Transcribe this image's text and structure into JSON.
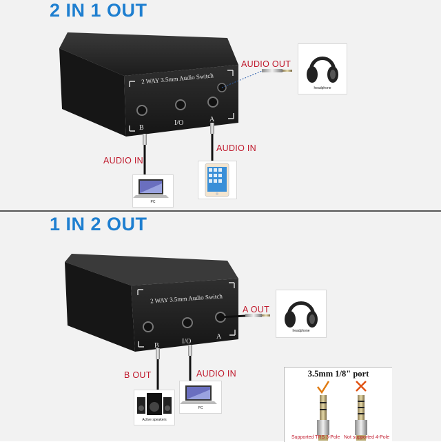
{
  "top": {
    "heading": "2 IN 1 OUT",
    "device_label": "2 WAY 3.5mm Audio Switch",
    "ports": {
      "b": "B",
      "io": "I/O",
      "a": "A"
    },
    "audio_out": "AUDIO OUT",
    "audio_in_left": "AUDIO IN",
    "audio_in_right": "AUDIO IN",
    "headphone_caption": "headphone",
    "pc_caption": "PC"
  },
  "bottom": {
    "heading": "1 IN 2 OUT",
    "device_label": "2 WAY 3.5mm Audio Switch",
    "ports": {
      "b": "B",
      "io": "I/O",
      "a": "A"
    },
    "a_out": "A OUT",
    "b_out": "B OUT",
    "audio_in": "AUDIO IN",
    "headphone_caption": "headphone",
    "speakers_caption": "Active speakers",
    "pc_caption": "PC"
  },
  "port_info": {
    "title": "3.5mm 1/8\" port",
    "supported": "Supported TRS 3-Pole",
    "not_supported": "Not supported 4-Pole"
  },
  "colors": {
    "heading": "#1e7fd0",
    "label": "#c0192c",
    "device": "#2a2a2a"
  }
}
